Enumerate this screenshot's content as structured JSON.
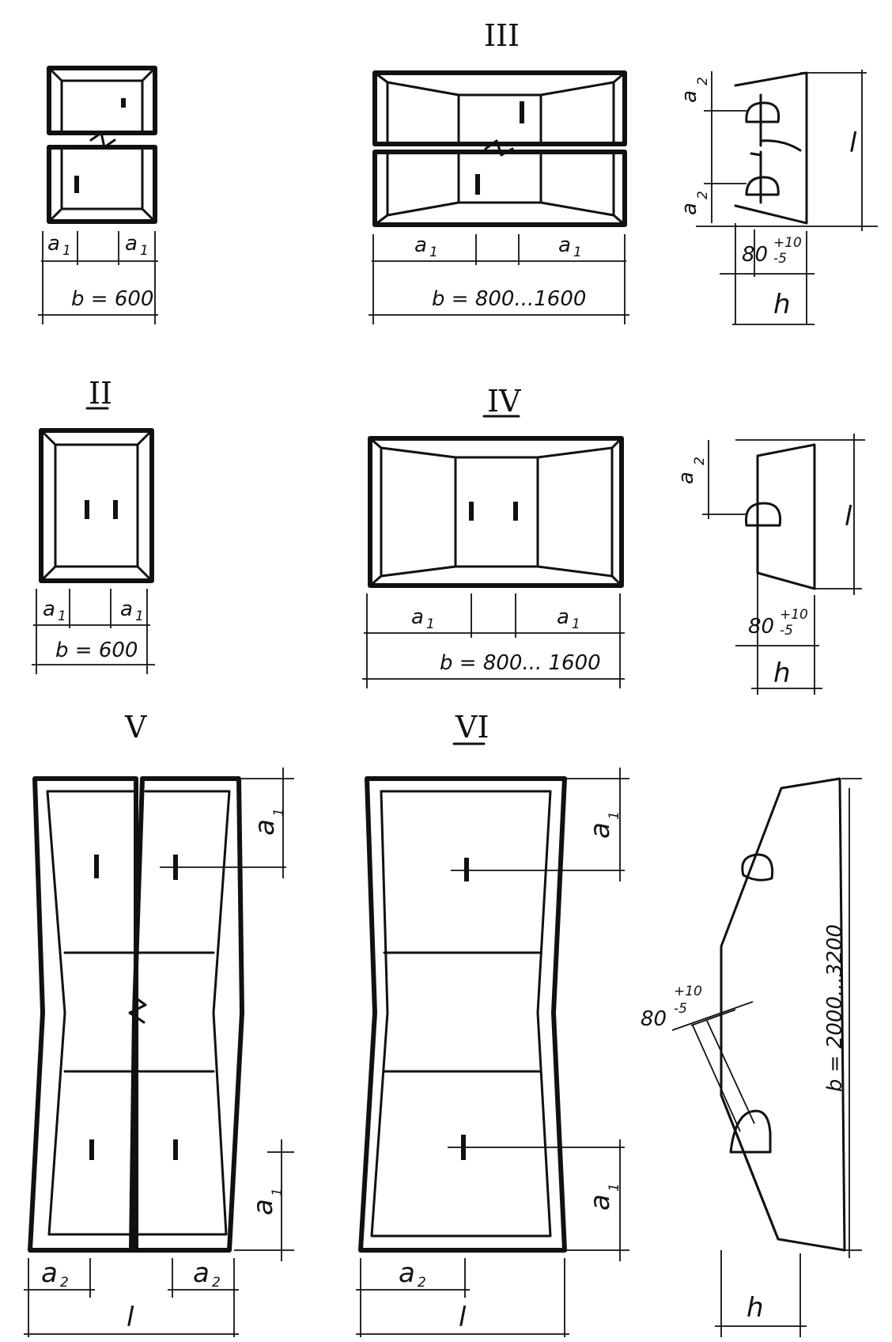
{
  "titles": {
    "III": "III",
    "II": "II",
    "IV": "IV",
    "V": "V",
    "VI": "VI"
  },
  "labels": {
    "a1": "a",
    "a2": "a",
    "sub1": "1",
    "sub2": "2",
    "l": "l",
    "h": "h",
    "b600": "b = 600",
    "b800": "b = 800...1600",
    "b800b": "b = 800... 1600",
    "b2000": "b = 2000...3200",
    "tol_base": "80",
    "tol_plus": "+10",
    "tol_minus": "-5"
  }
}
